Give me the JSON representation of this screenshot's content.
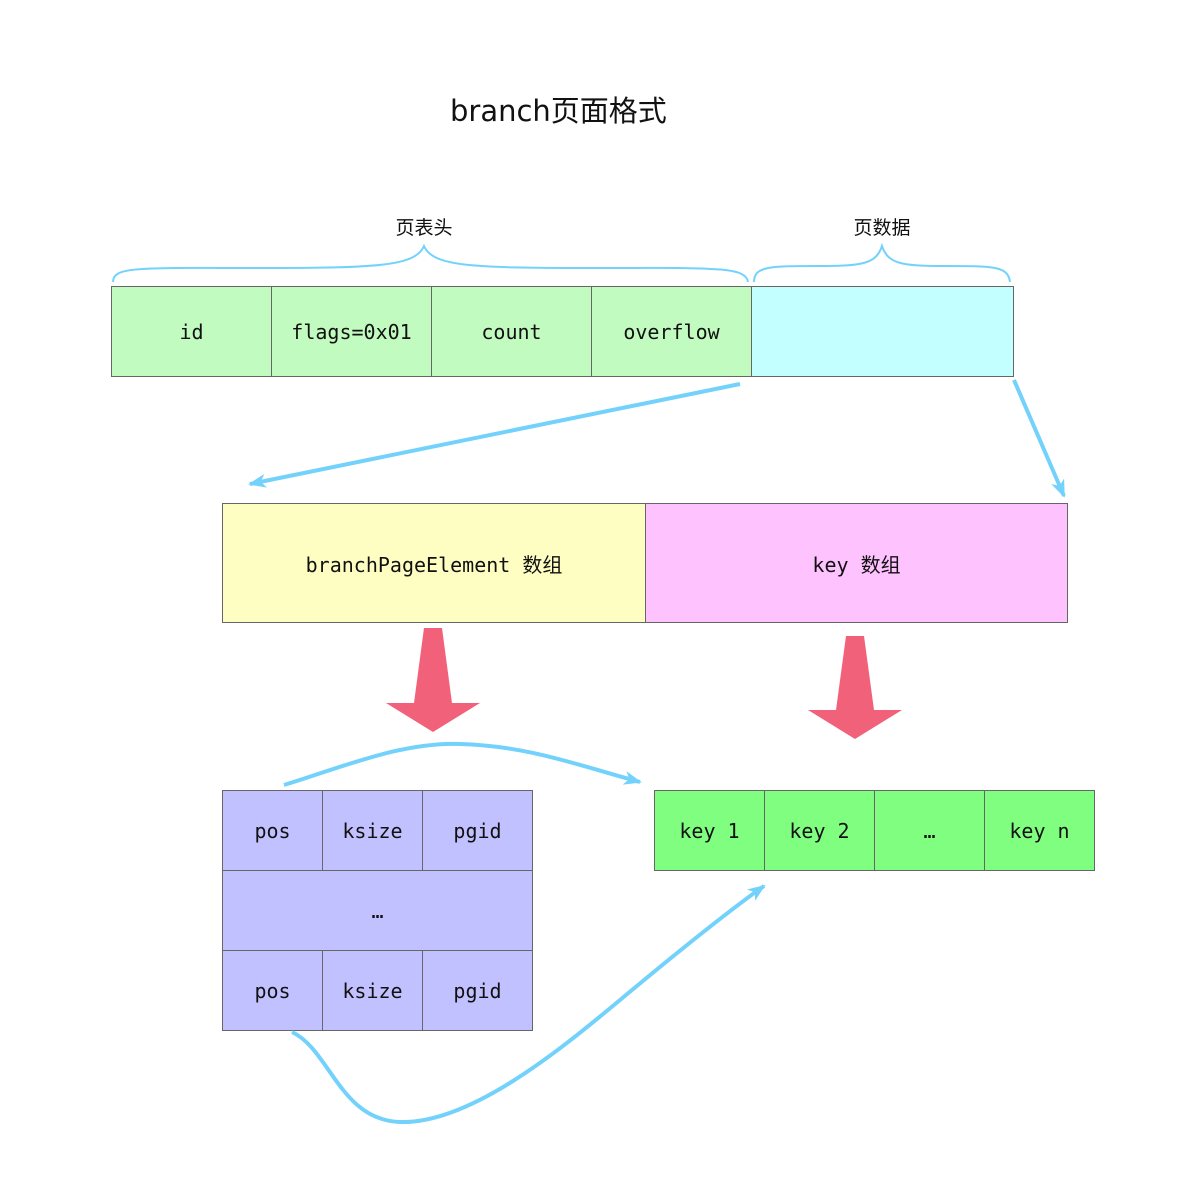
{
  "title": "branch页面格式",
  "braces": {
    "header_label": "页表头",
    "data_label": "页数据"
  },
  "page_header": {
    "cells": [
      "id",
      "flags=0x01",
      "count",
      "overflow"
    ],
    "data_cell": ""
  },
  "page_body": {
    "element_array": "branchPageElement 数组",
    "key_array": "key 数组"
  },
  "element_table": {
    "row1": [
      "pos",
      "ksize",
      "pgid"
    ],
    "middle": "…",
    "row3": [
      "pos",
      "ksize",
      "pgid"
    ]
  },
  "keys": [
    "key 1",
    "key 2",
    "…",
    "key n"
  ],
  "watermark": "",
  "colors": {
    "header_green": "#c2fbbf",
    "data_cyan": "#c2fffe",
    "element_yellow": "#fffec2",
    "key_pink": "#fec2fe",
    "element_purple": "#c2c1ff",
    "keys_green": "#80fe80",
    "arrow_blue": "#73d2fb",
    "arrow_red": "#f2617a"
  }
}
